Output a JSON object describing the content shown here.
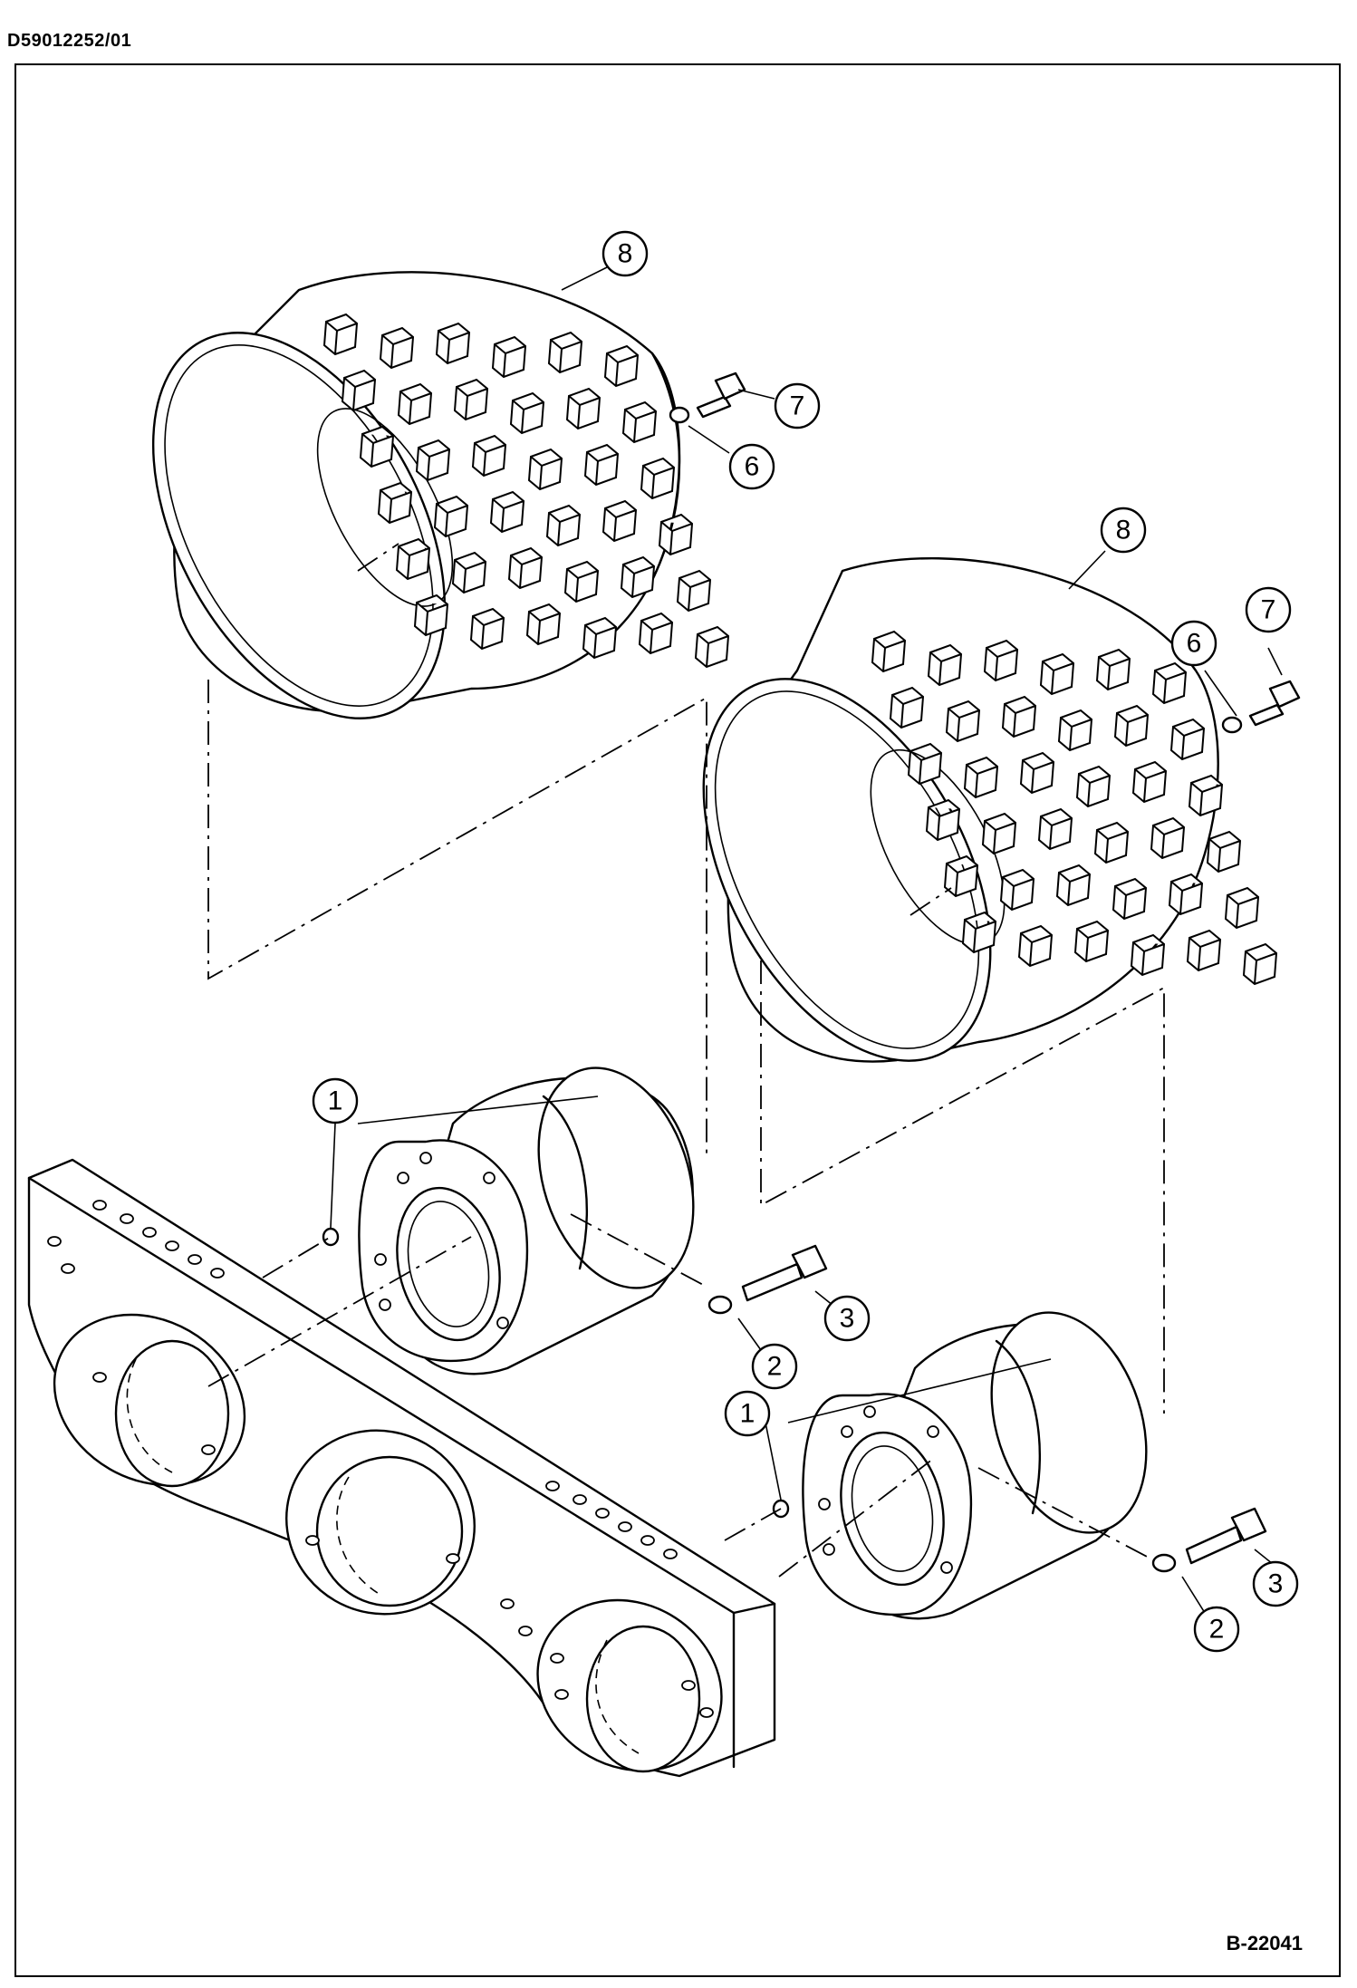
{
  "header": {
    "document_id": "D59012252/01"
  },
  "footer": {
    "figure_id": "B-22041"
  },
  "callouts": [
    "1",
    "2",
    "3",
    "6",
    "7",
    "8"
  ]
}
